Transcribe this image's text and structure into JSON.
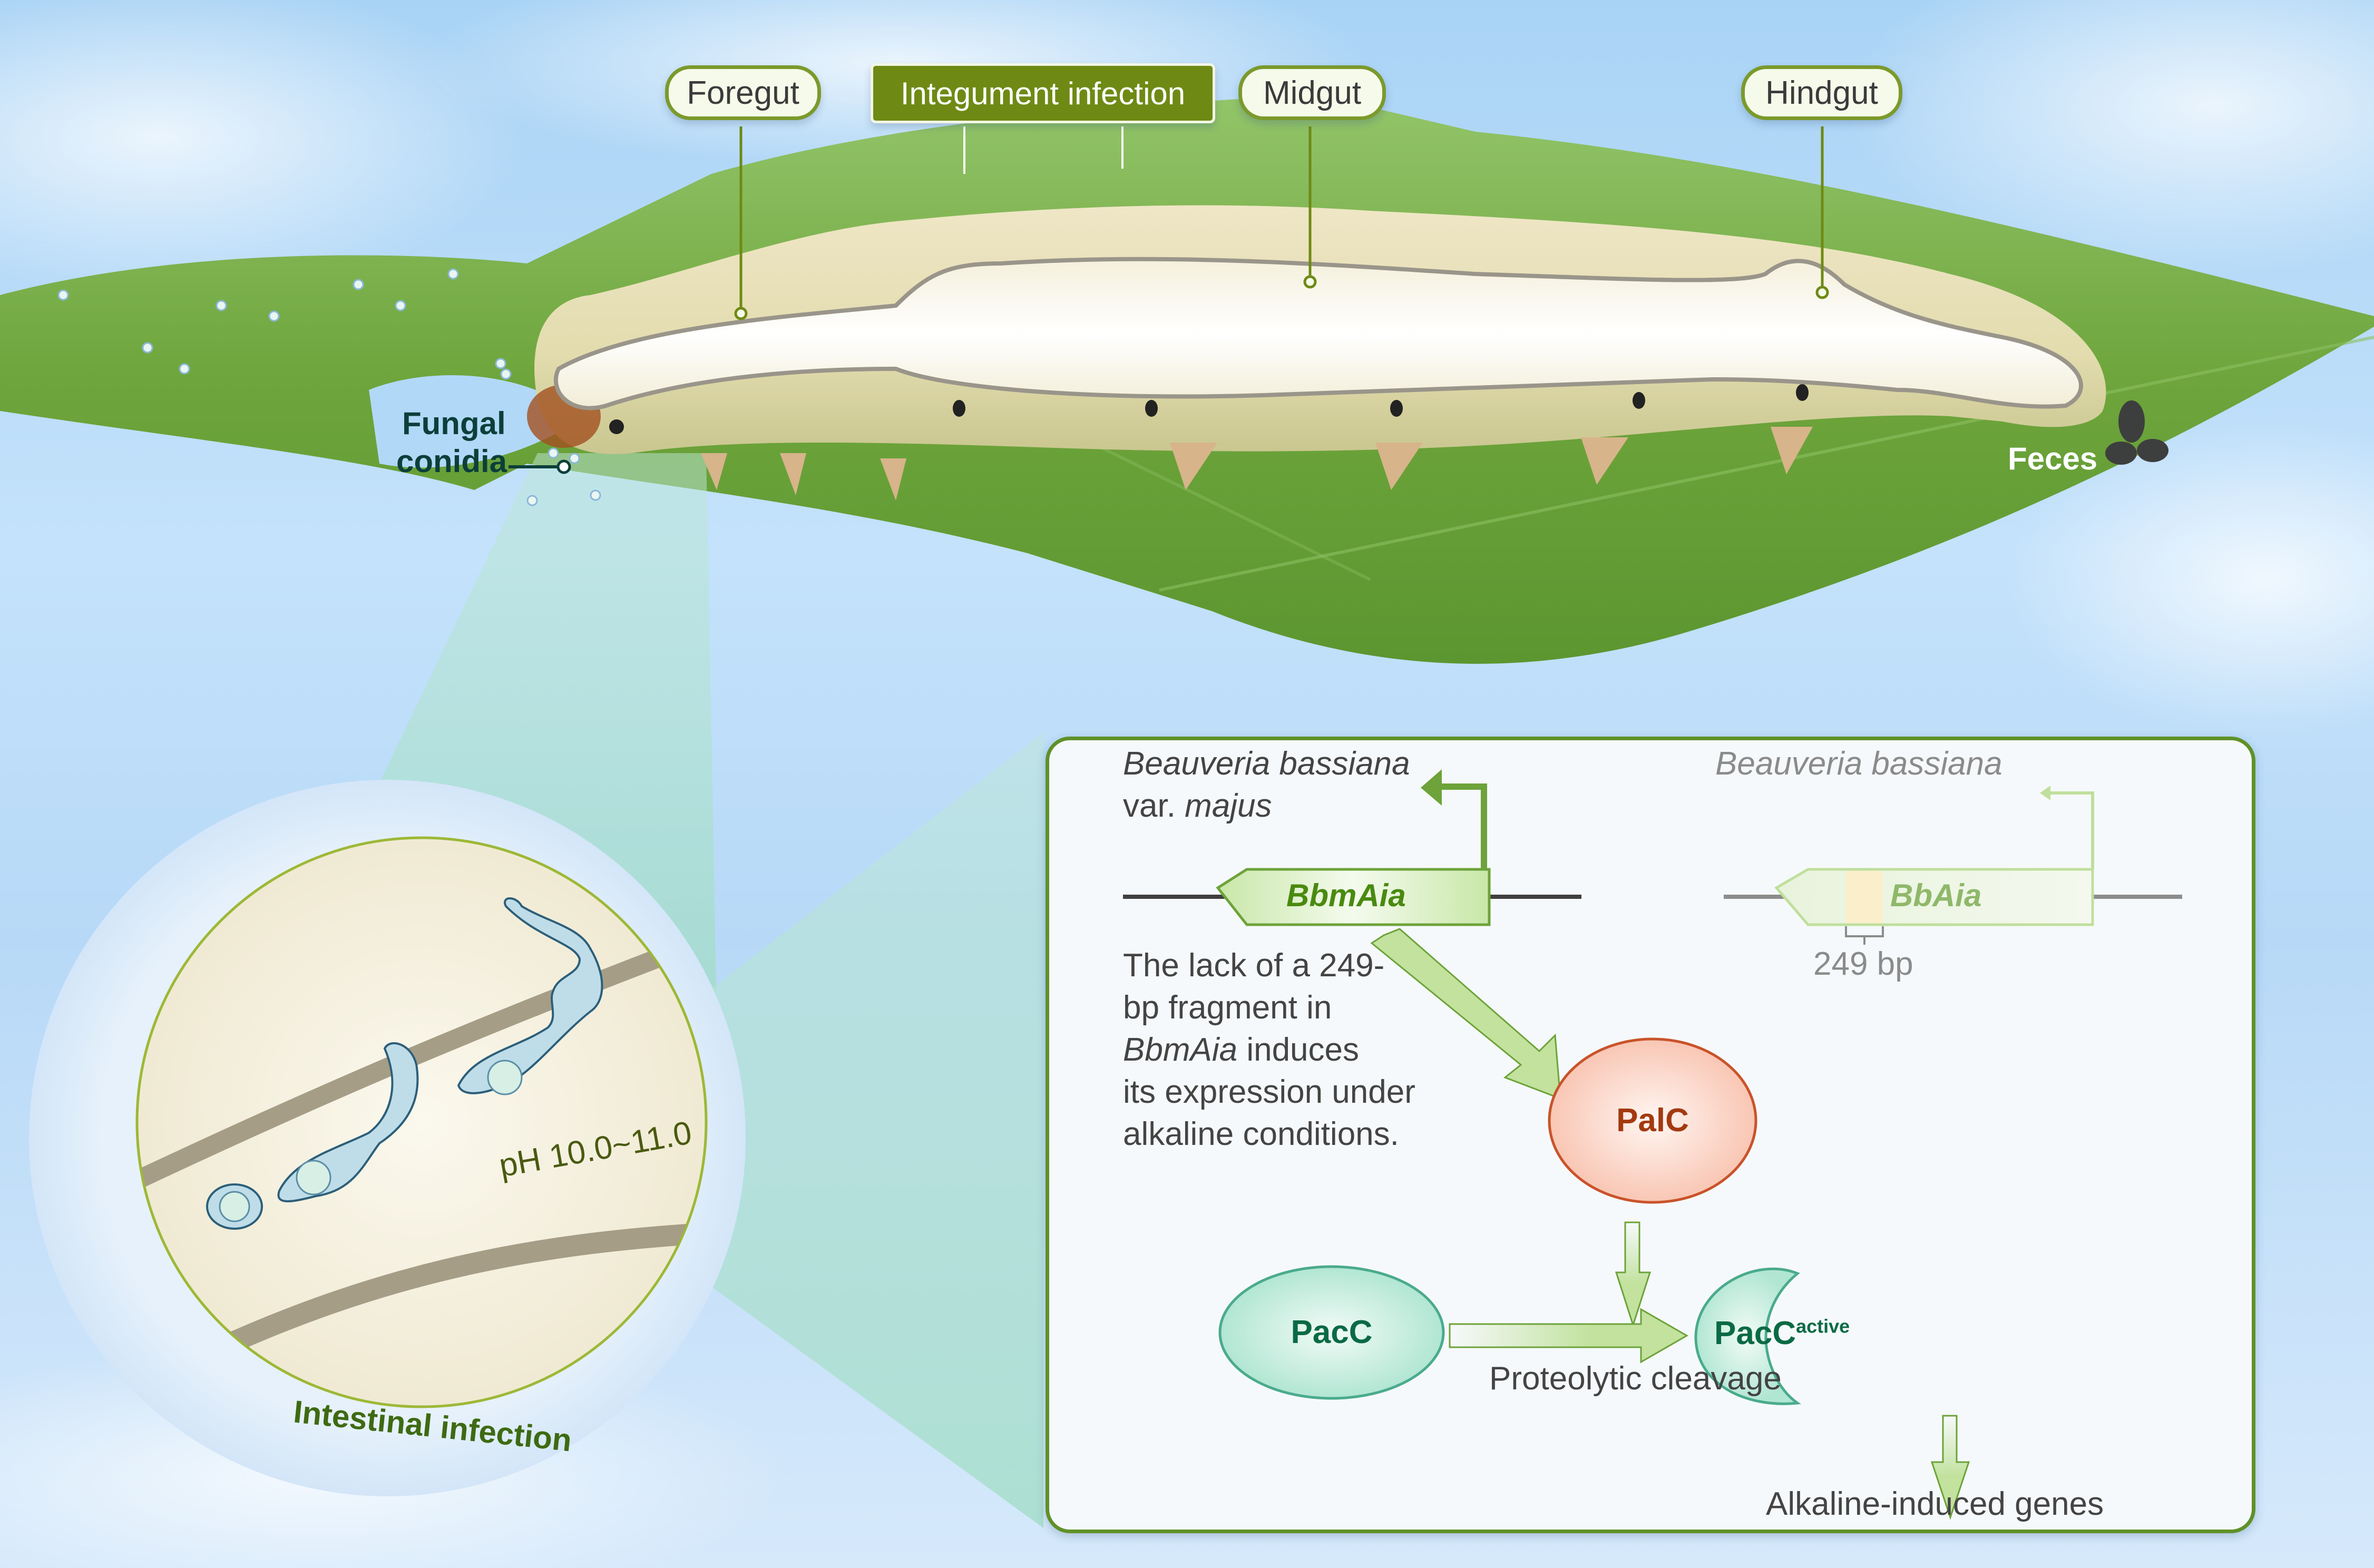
{
  "callouts": {
    "foregut": "Foregut",
    "integument": "Integument infection",
    "midgut": "Midgut",
    "hindgut": "Hindgut"
  },
  "labels": {
    "fungal_conidia_line1": "Fungal",
    "fungal_conidia_line2": "conidia",
    "feces": "Feces"
  },
  "inset": {
    "ph": "pH 10.0~11.0",
    "caption": "Intestinal infection"
  },
  "panel": {
    "left_species_line1": "Beauveria bassiana",
    "left_species_line2_prefix": "var. ",
    "left_species_line2_italic": "majus",
    "right_species": "Beauveria bassiana",
    "gene_left": "BbmAia",
    "gene_right": "BbAia",
    "deletion_size": "249 bp",
    "description": {
      "line1": "The lack of a 249-",
      "line2": "bp fragment in",
      "line3_italic": "BbmAia",
      "line3_rest": " induces",
      "line4": "its expression under",
      "line5": "alkaline conditions."
    },
    "palc": "PalC",
    "pacc": "PacC",
    "pacc_active_base": "PacC",
    "pacc_active_sup": "active",
    "cleavage": "Proteolytic cleavage",
    "output": "Alkaline-induced genes"
  },
  "colors": {
    "leaf": "#6ea53c",
    "accent_green": "#6e8a14",
    "palc_stroke": "#c9532a",
    "palc_text": "#a33a10",
    "pacc_stroke": "#4aab8c",
    "pacc_text": "#0a6a45"
  }
}
